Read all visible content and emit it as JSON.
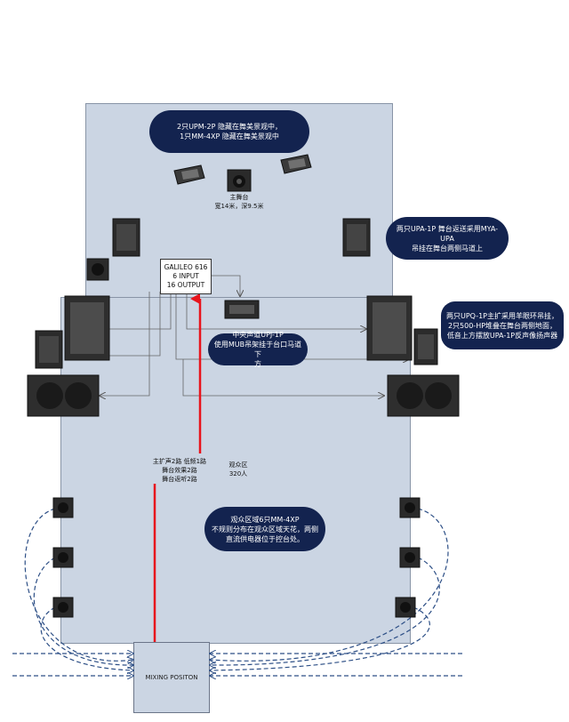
{
  "stage": {
    "info_lines": [
      "主舞台",
      "宽14米，深9.5米"
    ]
  },
  "audience": {
    "info_lines": [
      "观众区",
      "320人"
    ]
  },
  "processor": {
    "lines": [
      "GALILEO 616",
      "6 INPUT",
      "16 OUTPUT"
    ]
  },
  "signal_label": {
    "lines": [
      "主扩声2路 低频1路",
      "舞台效果2路",
      "舞台返听2路"
    ]
  },
  "mixing": {
    "label": "MIXING POSITON"
  },
  "notes": {
    "top": [
      "2只UPM-2P 隐藏在舞美景观中，",
      "1只MM-4XP 隐藏在舞美景观中"
    ],
    "right_upper": [
      "两只UPA-1P 舞台返送采用MYA-UPA",
      "吊挂在舞台两侧马道上"
    ],
    "right_middle": [
      "两只UPQ-1P主扩采用羊眼环吊挂，",
      "2只500-HP堆叠在舞台两侧地面，",
      "低音上方摆放UPA-1P反声像扬声器"
    ],
    "center": [
      "中央声道UPJ-1P",
      "使用MUB吊架挂于台口马道下",
      "方"
    ],
    "audience": [
      "观众区域6只MM-4XP",
      "不规则分布在观众区域天花，两侧",
      "直流供电器位于控台处。"
    ]
  },
  "colors": {
    "bubble": "#13234f",
    "area": "#cbd5e3",
    "signal": "#e8141c",
    "cable": "#2d4f86"
  }
}
